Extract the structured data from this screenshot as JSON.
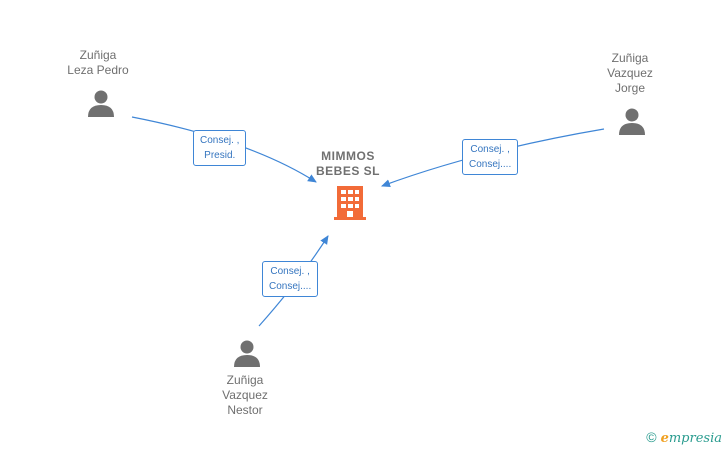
{
  "company": {
    "name_line1": "MIMMOS",
    "name_line2": "BEBES  SL",
    "icon": "building-icon",
    "color": "#f26b38"
  },
  "persons": [
    {
      "line1": "Zuñiga",
      "line2": "Leza Pedro",
      "line3": "",
      "icon": "person-icon"
    },
    {
      "line1": "Zuñiga",
      "line2": "Vazquez",
      "line3": "Jorge",
      "icon": "person-icon"
    },
    {
      "line1": "Zuñiga",
      "line2": "Vazquez",
      "line3": "Nestor",
      "icon": "person-icon"
    }
  ],
  "relations": [
    {
      "line1": "Consej. ,",
      "line2": "Presid."
    },
    {
      "line1": "Consej. ,",
      "line2": "Consej...."
    },
    {
      "line1": "Consej. ,",
      "line2": "Consej...."
    }
  ],
  "colors": {
    "edge": "#3f86d6",
    "person": "#707070"
  },
  "footer": {
    "copyright": "©",
    "brand_initial": "e",
    "brand_rest": "mpresia"
  }
}
